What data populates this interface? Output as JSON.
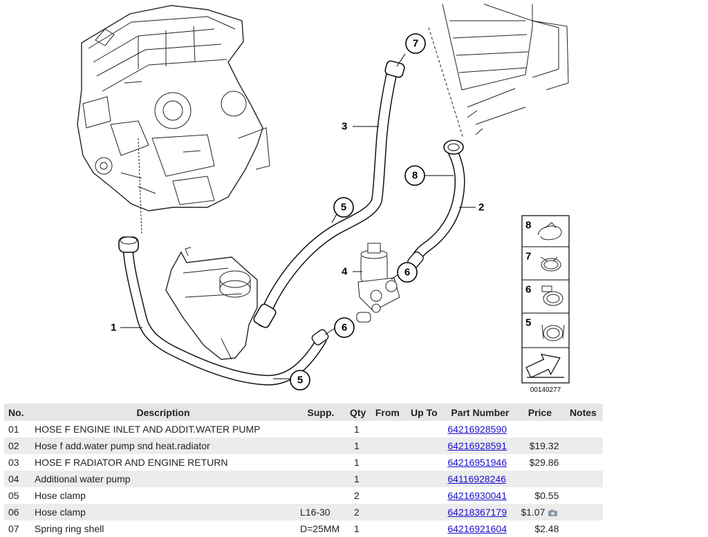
{
  "diagram": {
    "id_code": "00140277",
    "callouts": [
      {
        "label": "7"
      },
      {
        "label": "3"
      },
      {
        "label": "8"
      },
      {
        "label": "2"
      },
      {
        "label": "5"
      },
      {
        "label": "4"
      },
      {
        "label": "6"
      },
      {
        "label": "6"
      },
      {
        "label": "1"
      },
      {
        "label": "5"
      }
    ],
    "legend": [
      {
        "label": "8"
      },
      {
        "label": "7"
      },
      {
        "label": "6"
      },
      {
        "label": "5"
      }
    ]
  },
  "table": {
    "headers": {
      "no": "No.",
      "description": "Description",
      "supp": "Supp.",
      "qty": "Qty",
      "from": "From",
      "upto": "Up To",
      "part_number": "Part Number",
      "price": "Price",
      "notes": "Notes"
    },
    "rows": [
      {
        "no": "01",
        "description": "HOSE F ENGINE INLET AND ADDIT.WATER PUMP",
        "supp": "",
        "qty": "1",
        "from": "",
        "upto": "",
        "part_number": "64216928590",
        "price": "",
        "notes": ""
      },
      {
        "no": "02",
        "description": "Hose f add.water pump snd heat.radiator",
        "supp": "",
        "qty": "1",
        "from": "",
        "upto": "",
        "part_number": "64216928591",
        "price": "$19.32",
        "notes": ""
      },
      {
        "no": "03",
        "description": "HOSE F RADIATOR AND ENGINE RETURN",
        "supp": "",
        "qty": "1",
        "from": "",
        "upto": "",
        "part_number": "64216951946",
        "price": "$29.86",
        "notes": ""
      },
      {
        "no": "04",
        "description": "Additional water pump",
        "supp": "",
        "qty": "1",
        "from": "",
        "upto": "",
        "part_number": "64116928246",
        "price": "",
        "notes": ""
      },
      {
        "no": "05",
        "description": "Hose clamp",
        "supp": "",
        "qty": "2",
        "from": "",
        "upto": "",
        "part_number": "64216930041",
        "price": "$0.55",
        "notes": ""
      },
      {
        "no": "06",
        "description": "Hose clamp",
        "supp": "L16-30",
        "qty": "2",
        "from": "",
        "upto": "",
        "part_number": "64218367179",
        "price": "$1.07",
        "notes": "camera-icon"
      },
      {
        "no": "07",
        "description": "Spring ring shell",
        "supp": "D=25MM",
        "qty": "1",
        "from": "",
        "upto": "",
        "part_number": "64216921604",
        "price": "$2.48",
        "notes": ""
      }
    ]
  },
  "colors": {
    "link": "#1a0dcc",
    "row_alt": "#ececec",
    "header_bg": "#e6e6e6"
  }
}
